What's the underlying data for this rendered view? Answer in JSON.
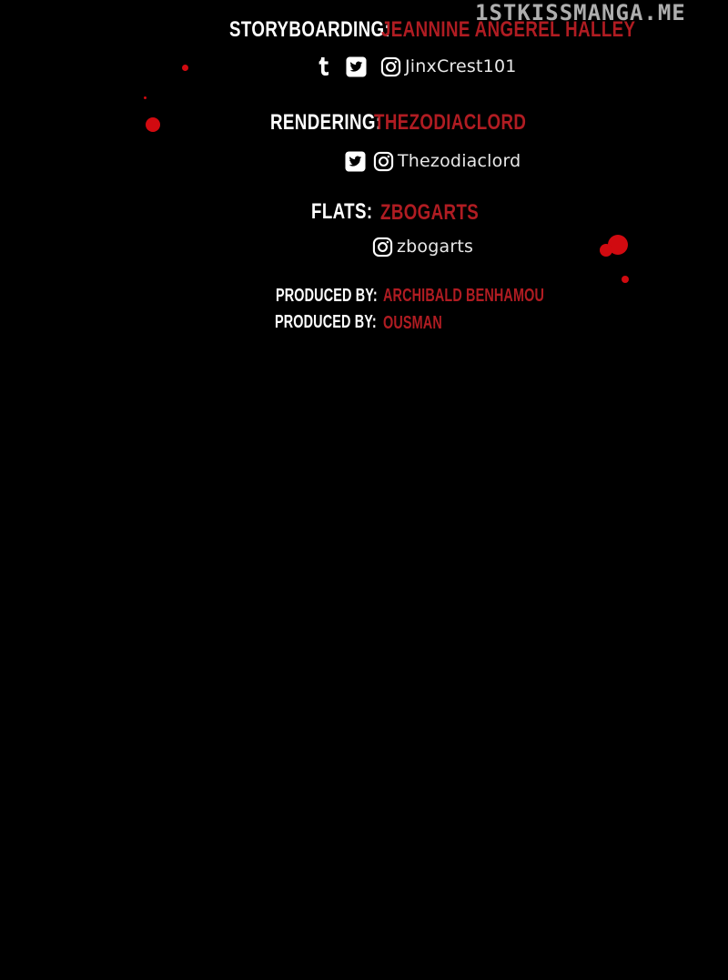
{
  "watermark": "1STKISSMANGA.ME",
  "credits": {
    "storyboarding": {
      "role": "STORYBOARDING:",
      "name": "JEANNINE ANGEREL HALLEY",
      "handle": "JinxCrest101",
      "icons": [
        "tumblr-icon",
        "twitter-icon",
        "instagram-icon"
      ]
    },
    "rendering": {
      "role": "RENDERING:",
      "name": "THEZODIACLORD",
      "handle": "Thezodiaclord",
      "icons": [
        "twitter-icon",
        "instagram-icon"
      ]
    },
    "flats": {
      "role": "FLATS:",
      "name": "ZBOGARTS",
      "handle": "zbogarts",
      "icons": [
        "instagram-icon"
      ]
    },
    "produced_1": {
      "role": "PRODUCED BY:",
      "name": "ARCHIBALD BENHAMOU"
    },
    "produced_2": {
      "role": "PRODUCED BY:",
      "name": "OUSMAN"
    }
  },
  "colors": {
    "background": "#000000",
    "role_text": "#ffffff",
    "name_text": "#b01c22",
    "handle_text": "#e8e8e8",
    "splatter": "#d10a10",
    "watermark": "#bdbdbd"
  }
}
